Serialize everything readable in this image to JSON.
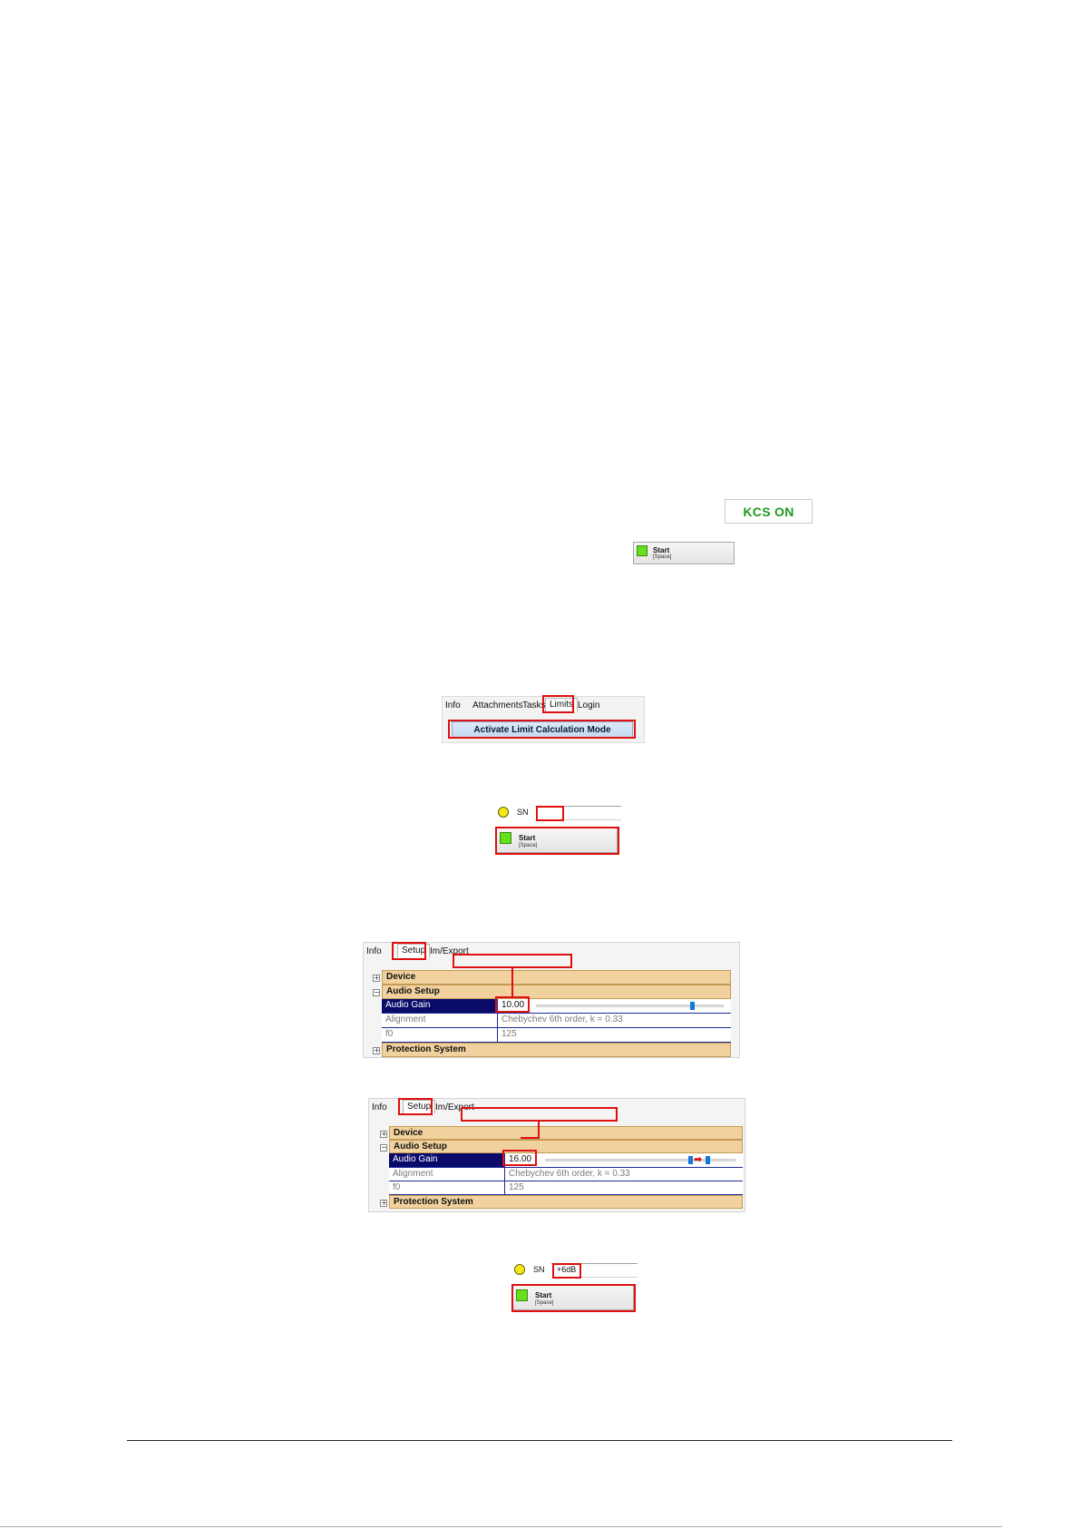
{
  "kcs": {
    "label": "KCS ON"
  },
  "start_buttons": {
    "label": "Start",
    "shortcut": "[Space]"
  },
  "limits_panel": {
    "tabs": [
      "Info",
      "Attachments",
      "Tasks",
      "Limits",
      "Login"
    ],
    "button_label": "Activate Limit Calculation Mode"
  },
  "sn_row_1": {
    "label": "SN",
    "value": ""
  },
  "sn_row_2": {
    "label": "SN",
    "value": "+6dB"
  },
  "setup_tabs": [
    "Info",
    "Setup",
    "Im/Export"
  ],
  "setup_panel_1": {
    "categories": {
      "device": "Device",
      "audio": "Audio Setup",
      "protection": "Protection System"
    },
    "rows": [
      {
        "name": "Audio Gain",
        "value": "10.00"
      },
      {
        "name": "Alignment",
        "value": "Chebychev 6th order, k = 0.33"
      },
      {
        "name": "f0",
        "value": "125"
      }
    ],
    "slider_level": 0.84
  },
  "setup_panel_2": {
    "categories": {
      "device": "Device",
      "audio": "Audio Setup",
      "protection": "Protection System"
    },
    "rows": [
      {
        "name": "Audio Gain",
        "value": "16.00"
      },
      {
        "name": "Alignment",
        "value": "Chebychev 6th order, k = 0.33"
      },
      {
        "name": "f0",
        "value": "125"
      }
    ],
    "slider_level": 0.88
  },
  "colors": {
    "annotation": "#e01010",
    "category": "#f1d29e",
    "lamp_green": "#66e01a",
    "lamp_yellow": "#f4e81a",
    "kcs_text": "#1e9a1e"
  }
}
